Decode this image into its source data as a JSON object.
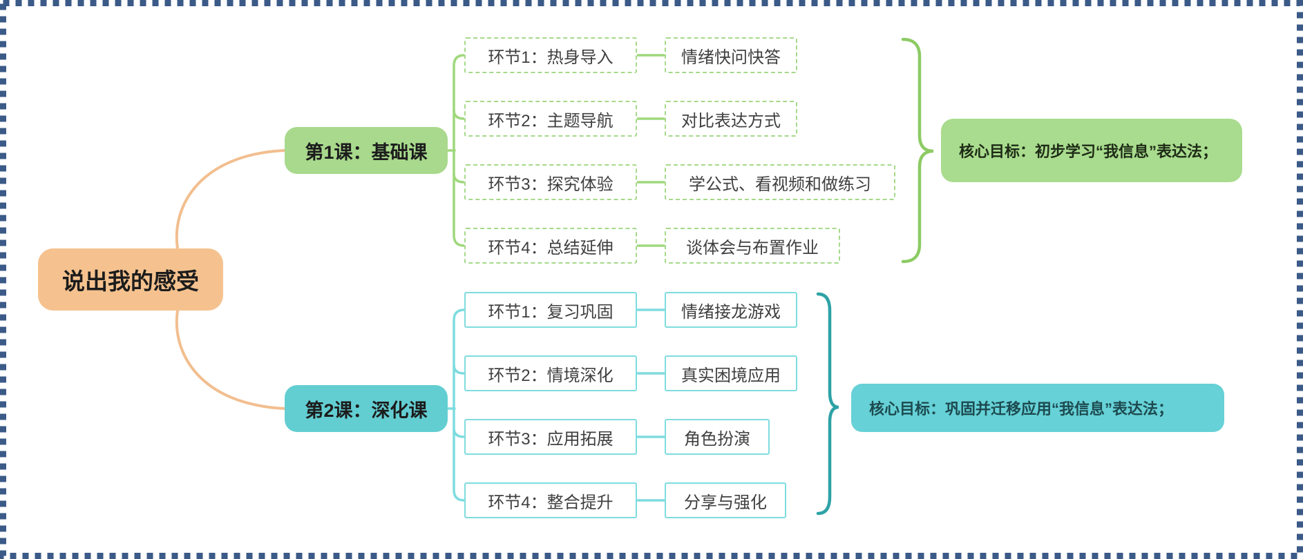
{
  "root": {
    "label": "说出我的感受"
  },
  "branches": [
    {
      "label": "第1课：基础课",
      "steps": [
        {
          "label": "环节1：热身导入",
          "detail": "情绪快问快答"
        },
        {
          "label": "环节2：主题导航",
          "detail": "对比表达方式"
        },
        {
          "label": "环节3：探究体验",
          "detail": "学公式、看视频和做练习"
        },
        {
          "label": "环节4：总结延伸",
          "detail": "谈体会与布置作业"
        }
      ],
      "goal": "核心目标：初步学习“我信息”表达法；"
    },
    {
      "label": "第2课：深化课",
      "steps": [
        {
          "label": "环节1：复习巩固",
          "detail": "情绪接龙游戏"
        },
        {
          "label": "环节2：情境深化",
          "detail": "真实困境应用"
        },
        {
          "label": "环节3：应用拓展",
          "detail": "角色扮演"
        },
        {
          "label": "环节4：整合提升",
          "detail": "分享与强化"
        }
      ],
      "goal": "核心目标：巩固并迁移应用“我信息”表达法；"
    }
  ],
  "colors": {
    "root_fill": "#F5C28F",
    "branch1_fill": "#A8D98C",
    "branch2_fill": "#63CED2",
    "goal1_fill": "#A9DC8E",
    "goal2_fill": "#66D1D6",
    "branch1_line": "#9FD87C",
    "branch2_line": "#7EDCDF",
    "brace1": "#8CCB64",
    "brace2": "#2EA2A6",
    "root_link": "#F2BE8F",
    "canvas_border": "#3B5A87"
  }
}
